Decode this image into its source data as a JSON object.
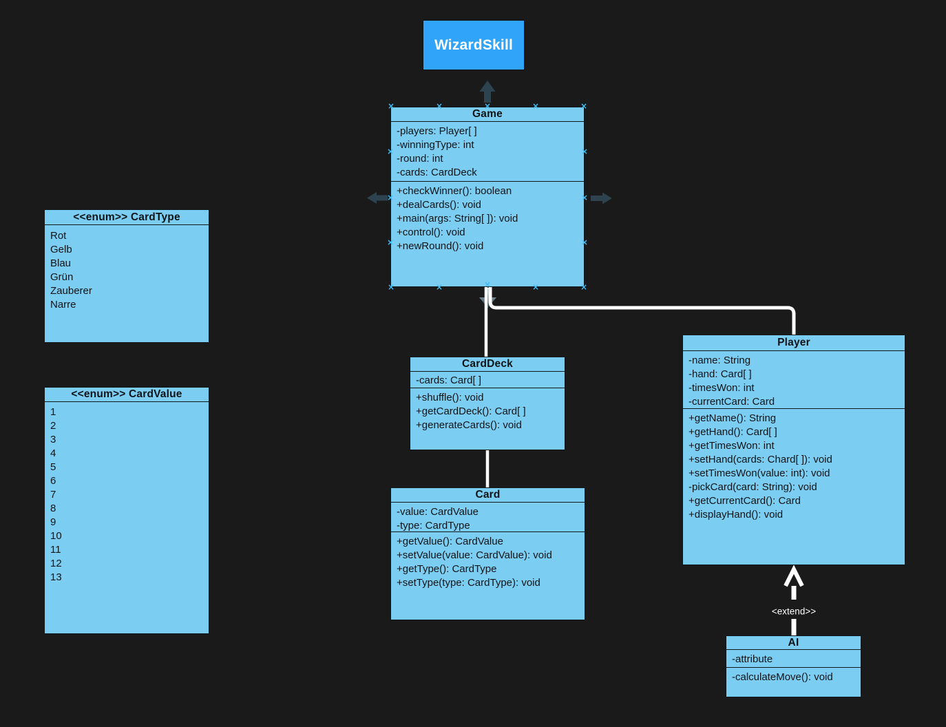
{
  "title_box": {
    "label": "WizardSkill"
  },
  "classes": {
    "game": {
      "title": "Game",
      "attributes": [
        "-players: Player[ ]",
        "-winningType: int",
        "-round: int",
        "-cards: CardDeck"
      ],
      "methods": [
        "+checkWinner(): boolean",
        "+dealCards(): void",
        "+main(args: String[ ]): void",
        "+control(): void",
        "+newRound(): void"
      ]
    },
    "card_type": {
      "title": "<<enum>> CardType",
      "values": [
        "Rot",
        "Gelb",
        "Blau",
        "Grün",
        "Zauberer",
        "Narre"
      ]
    },
    "card_value": {
      "title": "<<enum>> CardValue",
      "values": [
        "1",
        "2",
        "3",
        "4",
        "5",
        "6",
        "7",
        "8",
        "9",
        "10",
        "11",
        "12",
        "13"
      ]
    },
    "card_deck": {
      "title": "CardDeck",
      "attributes": [
        "-cards: Card[ ]"
      ],
      "methods": [
        "+shuffle(): void",
        "+getCardDeck(): Card[ ]",
        "+generateCards(): void"
      ]
    },
    "card": {
      "title": "Card",
      "attributes": [
        "-value: CardValue",
        "-type: CardType"
      ],
      "methods": [
        "+getValue(): CardValue",
        "+setValue(value: CardValue): void",
        "+getType(): CardType",
        "+setType(type: CardType): void"
      ]
    },
    "player": {
      "title": "Player",
      "attributes": [
        "-name: String",
        "-hand: Card[ ]",
        "-timesWon: int",
        "-currentCard: Card"
      ],
      "methods": [
        "+getName(): String",
        "+getHand(): Card[ ]",
        "+getTimesWon: int",
        "+setHand(cards: Chard[ ]): void",
        "+setTimesWon(value: int): void",
        "-pickCard(card: String): void",
        "+getCurrentCard(): Card",
        "+displayHand(): void"
      ]
    },
    "ai": {
      "title": "AI",
      "attributes": [
        "-attribute"
      ],
      "methods": [
        "-calculateMove(): void"
      ]
    }
  },
  "labels": {
    "extend": "<extend>>"
  },
  "icons": {
    "connection_point_glyph": "×",
    "hover_arrows": [
      "up-arrow",
      "left-arrow",
      "right-arrow",
      "down-arrow"
    ]
  },
  "colors": {
    "background": "#1a1a1a",
    "class_fill": "#7bcdf2",
    "accent_fill": "#2fa4f8",
    "box_border": "#10181e",
    "connector": "#ffffff",
    "connection_point": "#3fbdf2",
    "hover_arrow": "#2d4350",
    "label_text": "#ffffff"
  }
}
